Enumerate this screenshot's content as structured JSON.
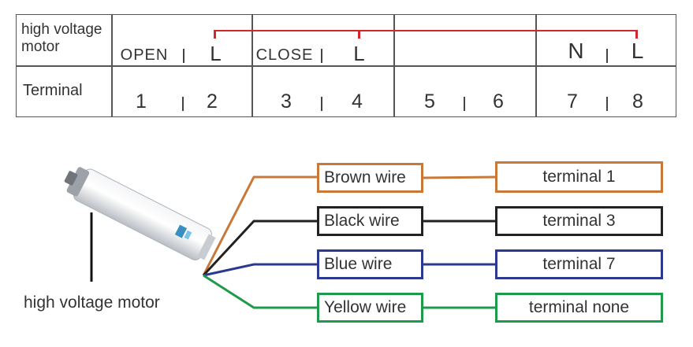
{
  "table": {
    "row1_label": [
      "high voltage",
      "motor"
    ],
    "row2_label": "Terminal",
    "row1_cells": [
      "OPEN",
      "L",
      "CLOSE",
      "L",
      "",
      "",
      "N",
      "L"
    ],
    "row2_cells": [
      "1",
      "2",
      "3",
      "4",
      "5",
      "6",
      "7",
      "8"
    ],
    "bridge_color": "#d4262e"
  },
  "wiring": {
    "caption": "high voltage motor",
    "items": [
      {
        "wire": "Brown wire",
        "terminal": "terminal 1",
        "color": "#c8793a"
      },
      {
        "wire": "Black wire",
        "terminal": "terminal 3",
        "color": "#222222"
      },
      {
        "wire": "Blue wire",
        "terminal": "terminal 7",
        "color": "#2b3a8f"
      },
      {
        "wire": "Yellow wire",
        "terminal": "terminal none",
        "color": "#1f9a4a"
      }
    ]
  }
}
